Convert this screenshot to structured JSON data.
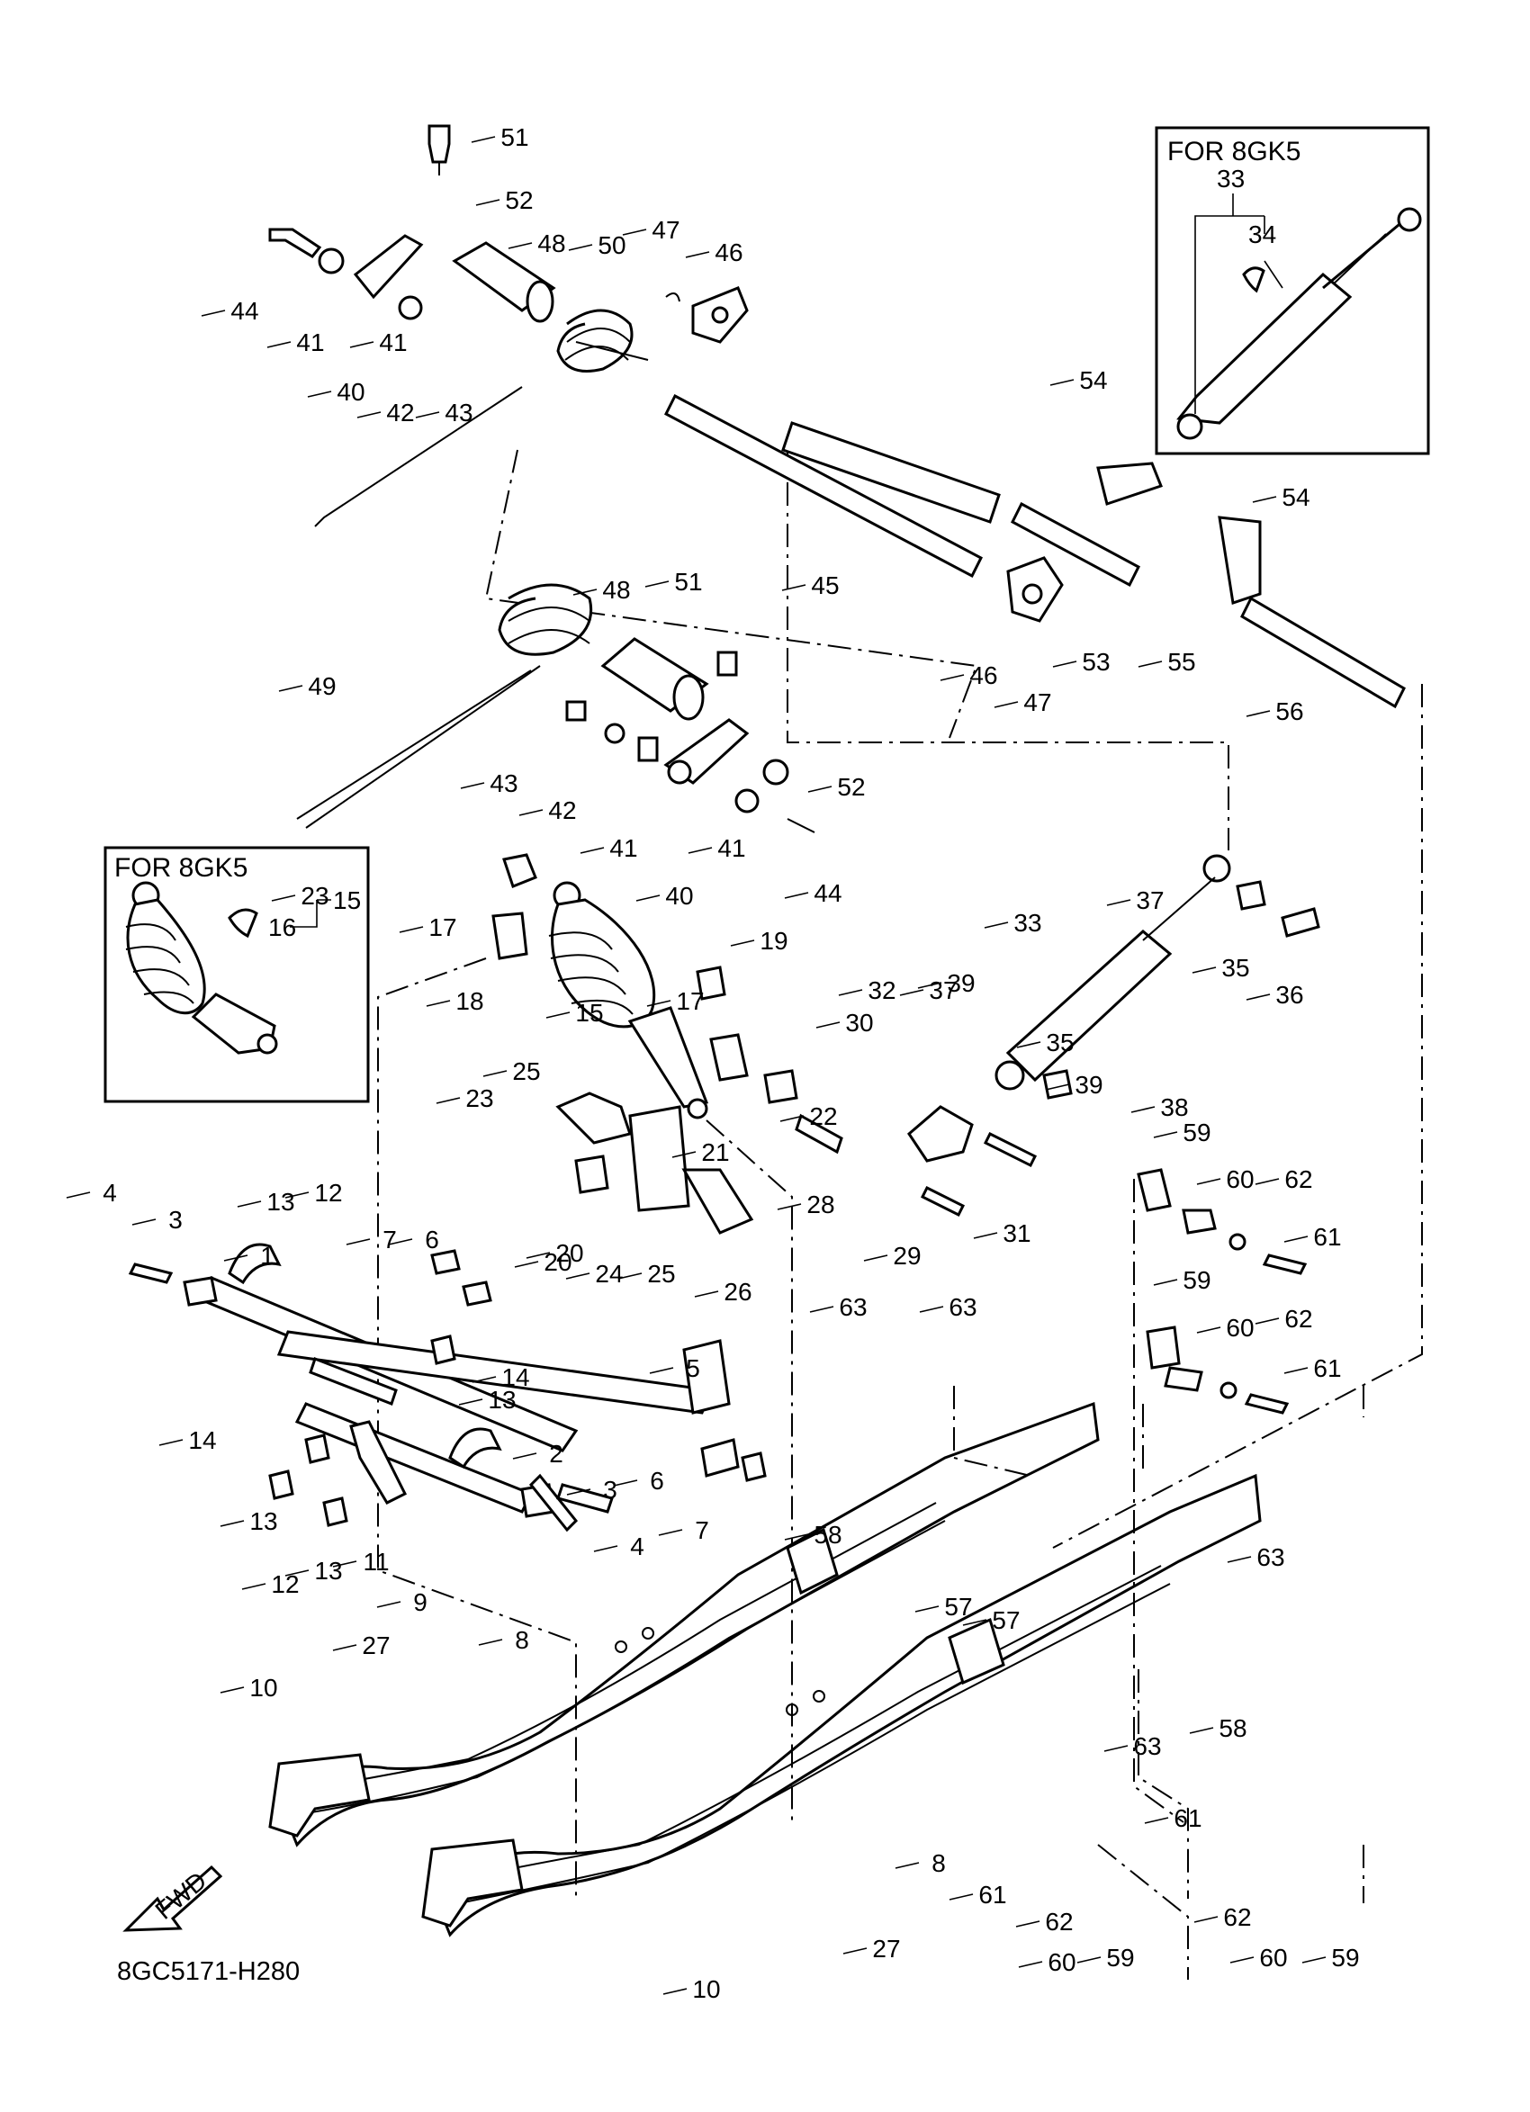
{
  "inset_top_right": {
    "title": "FOR 8GK5",
    "labels": [
      "33",
      "34"
    ]
  },
  "inset_left": {
    "title": "FOR 8GK5",
    "labels": [
      "15",
      "16"
    ]
  },
  "footer": {
    "drawing_code": "8GC5171-H280",
    "fwd_label": "FWD"
  },
  "callouts": [
    "51",
    "52",
    "44",
    "48",
    "50",
    "47",
    "46",
    "41",
    "41",
    "40",
    "42",
    "43",
    "54",
    "54",
    "45",
    "53",
    "55",
    "56",
    "46",
    "47",
    "49",
    "48",
    "51",
    "43",
    "42",
    "41",
    "41",
    "40",
    "52",
    "44",
    "23",
    "17",
    "18",
    "17",
    "19",
    "15",
    "25",
    "23",
    "20",
    "24",
    "25",
    "26",
    "20",
    "21",
    "22",
    "30",
    "32",
    "37",
    "39",
    "33",
    "37",
    "35",
    "36",
    "35",
    "39",
    "38",
    "28",
    "31",
    "29",
    "59",
    "60",
    "62",
    "61",
    "59",
    "60",
    "62",
    "61",
    "4",
    "3",
    "1",
    "13",
    "12",
    "7",
    "6",
    "14",
    "13",
    "5",
    "2",
    "3",
    "4",
    "6",
    "7",
    "14",
    "13",
    "12",
    "13",
    "11",
    "9",
    "8",
    "27",
    "10",
    "63",
    "63",
    "58",
    "57",
    "57",
    "63",
    "58",
    "63",
    "8",
    "61",
    "62",
    "60",
    "59",
    "61",
    "62",
    "60",
    "59",
    "27",
    "10"
  ],
  "colors": {
    "line": "#000000",
    "background": "#ffffff"
  }
}
